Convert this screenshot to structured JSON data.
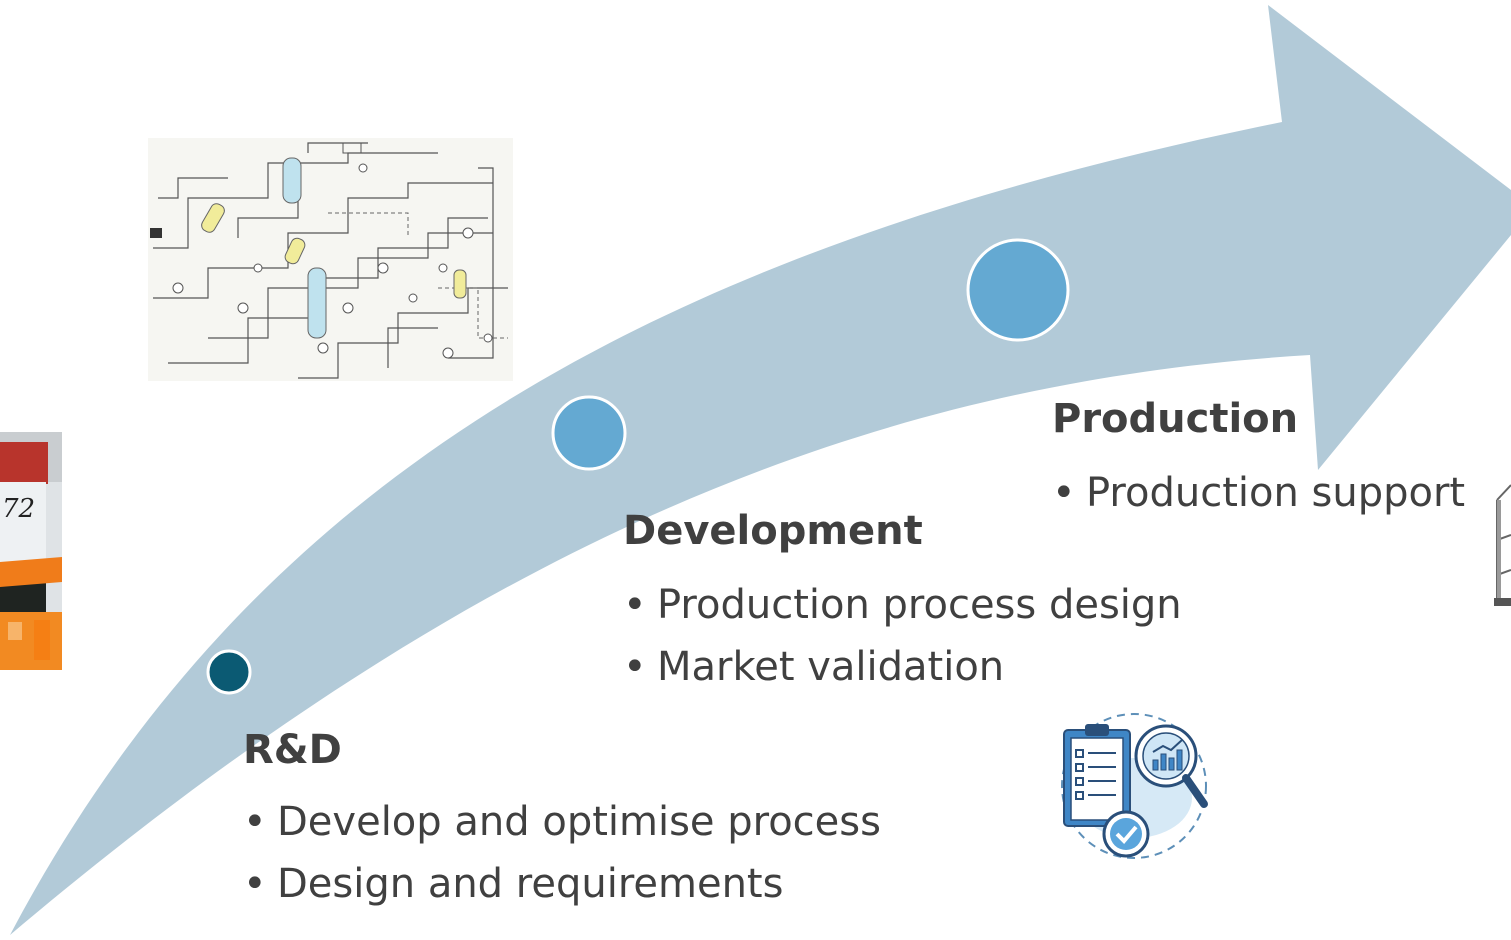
{
  "colors": {
    "arrow": "#b2cad8",
    "milestone_small": "#0b5a73",
    "milestone": "#64a9d2",
    "text": "#404040"
  },
  "stages": [
    {
      "title": "R&D",
      "bullets": [
        "Develop and optimise process",
        "Design and requirements"
      ]
    },
    {
      "title": "Development",
      "bullets": [
        "Production process design",
        "Market validation"
      ]
    },
    {
      "title": "Production",
      "bullets": [
        "Production support"
      ]
    }
  ],
  "images": [
    {
      "icon": "process-flow-diagram-image"
    },
    {
      "icon": "lab-sample-photo"
    },
    {
      "icon": "checklist-analysis-icon"
    },
    {
      "icon": "factory-building-photo"
    }
  ]
}
